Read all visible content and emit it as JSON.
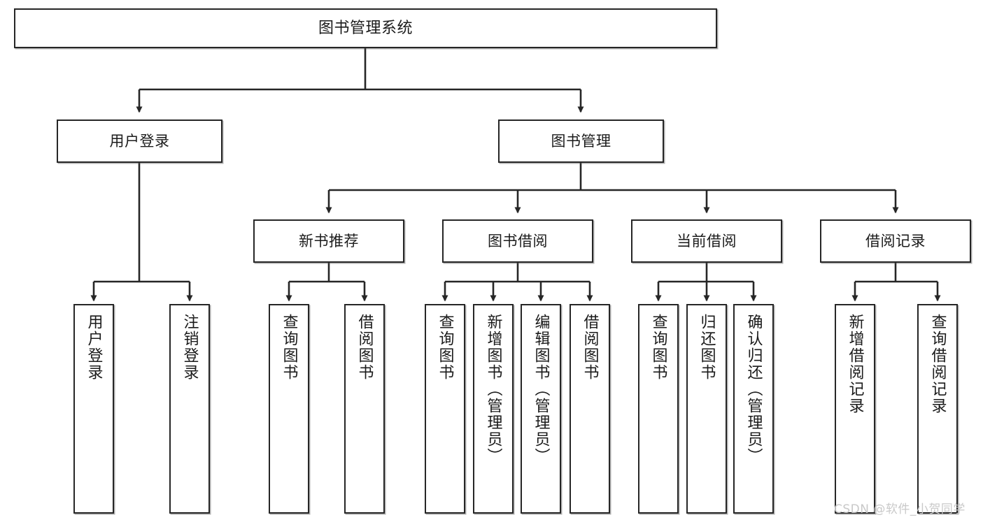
{
  "diagram": {
    "type": "tree",
    "title": "图书管理系统",
    "watermark": "CSDN @软件_小贺同学",
    "colors": {
      "box_border": "#262626",
      "box_fill": "#ffffff",
      "edge": "#262626",
      "text": "#1b1b1b",
      "watermark": "#c9c9c9",
      "background": "#ffffff"
    },
    "nodes": {
      "root": {
        "label": "图书管理系统"
      },
      "level2": [
        {
          "label": "用户登录"
        },
        {
          "label": "图书管理"
        }
      ],
      "level3": [
        {
          "label": "新书推荐"
        },
        {
          "label": "图书借阅"
        },
        {
          "label": "当前借阅"
        },
        {
          "label": "借阅记录"
        }
      ],
      "leaves": {
        "user_login": [
          {
            "label": "用户登录"
          },
          {
            "label": "注销登录"
          }
        ],
        "new_book_recommend": [
          {
            "label": "查询图书"
          },
          {
            "label": "借阅图书"
          }
        ],
        "book_borrow": [
          {
            "label": "查询图书"
          },
          {
            "label": "新增图书（管理员）"
          },
          {
            "label": "编辑图书（管理员）"
          },
          {
            "label": "借阅图书"
          }
        ],
        "current_borrow": [
          {
            "label": "查询图书"
          },
          {
            "label": "归还图书"
          },
          {
            "label": "确认归还（管理员）"
          }
        ],
        "borrow_record": [
          {
            "label": "新增借阅记录"
          },
          {
            "label": "查询借阅记录"
          }
        ]
      }
    }
  }
}
